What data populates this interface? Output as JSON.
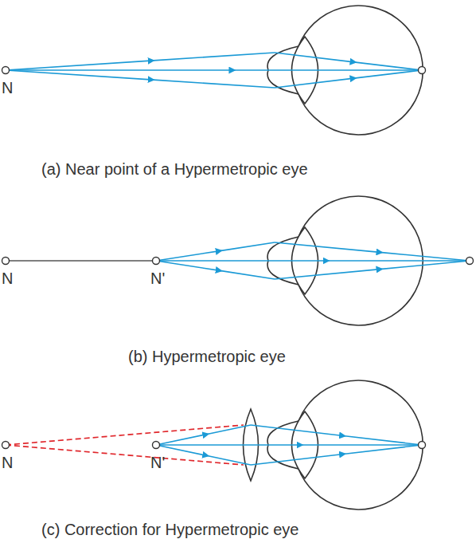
{
  "diagram": {
    "labels": [
      "N",
      "(a) Near point of a Hypermetropic eye",
      "N",
      "N'",
      "(b) Hypermetropic eye",
      "N",
      "N'",
      "(c) Correction for Hypermetropic eye"
    ]
  }
}
